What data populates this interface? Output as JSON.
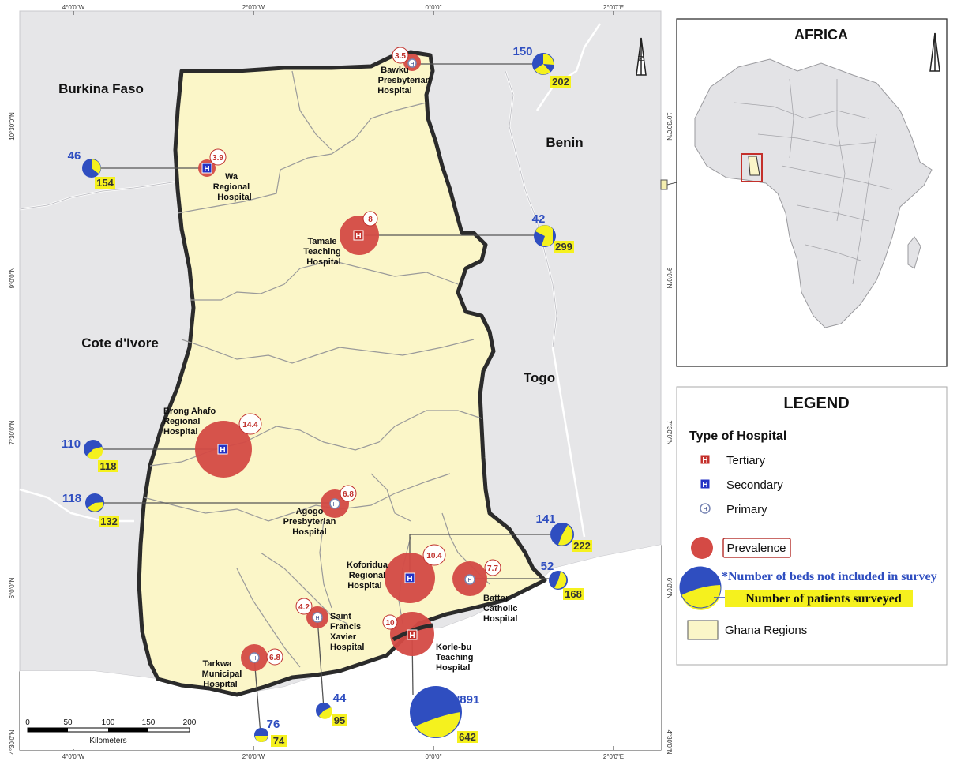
{
  "grid": {
    "top": [
      "4°0'0\"W",
      "2°0'0\"W",
      "0°0'0\"",
      "2°0'0\"E"
    ],
    "bottom": [
      "4°0'0\"W",
      "2°0'0\"W",
      "0°0'0\"",
      "2°0'0\"E"
    ],
    "left": [
      "10°30'0\"N",
      "9°0'0\"N",
      "7°30'0\"N",
      "6°0'0\"N",
      "4°30'0\"N"
    ],
    "right": [
      "10°30'0\"N",
      "9°0'0\"N",
      "7°30'0\"N",
      "6°0'0\"N",
      "4°30'0\"N"
    ]
  },
  "countries": {
    "burkina": "Burkina Faso",
    "benin": "Benin",
    "ivoire": "Cote d'Ivore",
    "togo": "Togo"
  },
  "hospitals": {
    "bawku": {
      "name": [
        "Bawku",
        "Presbyterian",
        "Hospital"
      ],
      "prevalence": "3.5",
      "beds": "150",
      "patients": "202",
      "type": "primary"
    },
    "wa": {
      "name": [
        "Wa",
        "Regional",
        "Hospital"
      ],
      "prevalence": "3.9",
      "beds": "46",
      "patients": "154",
      "type": "secondary"
    },
    "tamale": {
      "name": [
        "Tamale",
        "Teaching",
        "Hospital"
      ],
      "prevalence": "8",
      "beds": "42",
      "patients": "299",
      "type": "tertiary"
    },
    "brong": {
      "name": [
        "Brong Ahafo",
        "Regional",
        "Hospital"
      ],
      "prevalence": "14.4",
      "beds": "110",
      "patients": "118",
      "type": "secondary"
    },
    "agogo": {
      "name": [
        "Agogo",
        "Presbyterian",
        "Hospital"
      ],
      "prevalence": "6.8",
      "beds": "118",
      "patients": "132",
      "type": "primary"
    },
    "koforidua": {
      "name": [
        "Koforidua",
        "Regional",
        "Hospital"
      ],
      "prevalence": "10.4",
      "beds": "141",
      "patients": "222",
      "type": "secondary"
    },
    "battor": {
      "name": [
        "Battor",
        "Catholic",
        "Hospital"
      ],
      "prevalence": "7.7",
      "beds": "52",
      "patients": "168",
      "type": "primary"
    },
    "saint": {
      "name": [
        "Saint",
        "Francis",
        "Xavier",
        "Hospital"
      ],
      "prevalence": "4.2",
      "beds": "44",
      "patients": "95",
      "type": "primary"
    },
    "korle": {
      "name": [
        "Korle-bu",
        "Teaching",
        "Hospital"
      ],
      "prevalence": "10",
      "beds": "'891",
      "patients": "642",
      "type": "tertiary"
    },
    "tarkwa": {
      "name": [
        "Tarkwa",
        "Municipal",
        "Hospital"
      ],
      "prevalence": "6.8",
      "beds": "76",
      "patients": "74",
      "type": "primary"
    }
  },
  "scalebar": {
    "ticks": [
      "0",
      "50",
      "100",
      "150",
      "200"
    ],
    "unit": "Kilometers"
  },
  "inset": {
    "title": "AFRICA"
  },
  "legend": {
    "title": "LEGEND",
    "type_heading": "Type of Hospital",
    "tertiary": "Tertiary",
    "secondary": "Secondary",
    "primary": "Primary",
    "prevalence": "Prevalence",
    "beds_note": "*Number of beds not included in survey",
    "patients_note": "Number of patients surveyed",
    "regions": "Ghana Regions"
  },
  "colors": {
    "ghana_fill": "#fbf6c8",
    "neighbor_fill": "#e6e6e8",
    "prevalence_red": "#d44a45",
    "beds_blue": "#2f4ec0",
    "patients_yellow": "#f5f11e",
    "tertiary_red": "#c4302b",
    "secondary_blue": "#2432c4"
  }
}
